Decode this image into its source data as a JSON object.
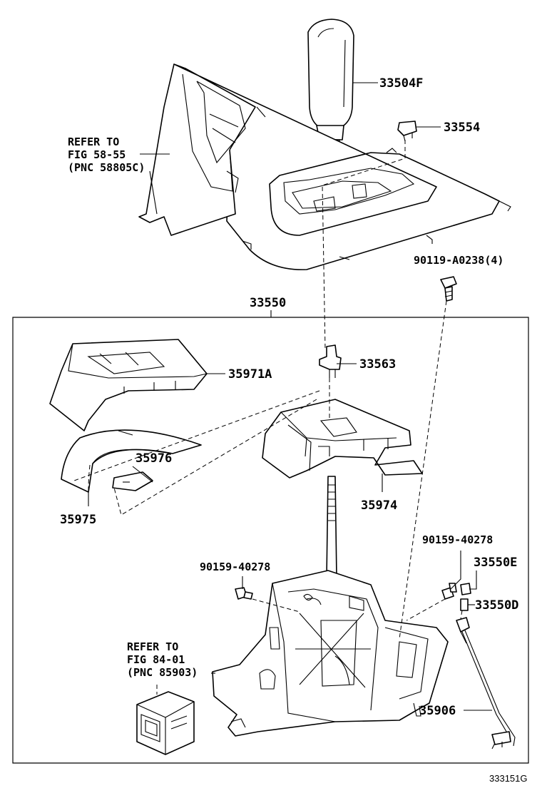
{
  "parts": {
    "p33504f": "33504F",
    "p33554": "33554",
    "p90119": "90119-A0238(4)",
    "p33550": "33550",
    "p33563": "33563",
    "p35971a": "35971A",
    "p35976": "35976",
    "p35975": "35975",
    "p35974": "35974",
    "p90159_left": "90159-40278",
    "p90159_right": "90159-40278",
    "p33550e": "33550E",
    "p33550d": "33550D",
    "p35906": "35906"
  },
  "refs": {
    "top": {
      "line1": "REFER TO",
      "line2": "FIG 58-55",
      "line3": "(PNC 58805C)"
    },
    "bottom": {
      "line1": "REFER TO",
      "line2": "FIG 84-01",
      "line3": "(PNC 85903)"
    }
  },
  "illustration_code": "333151G"
}
